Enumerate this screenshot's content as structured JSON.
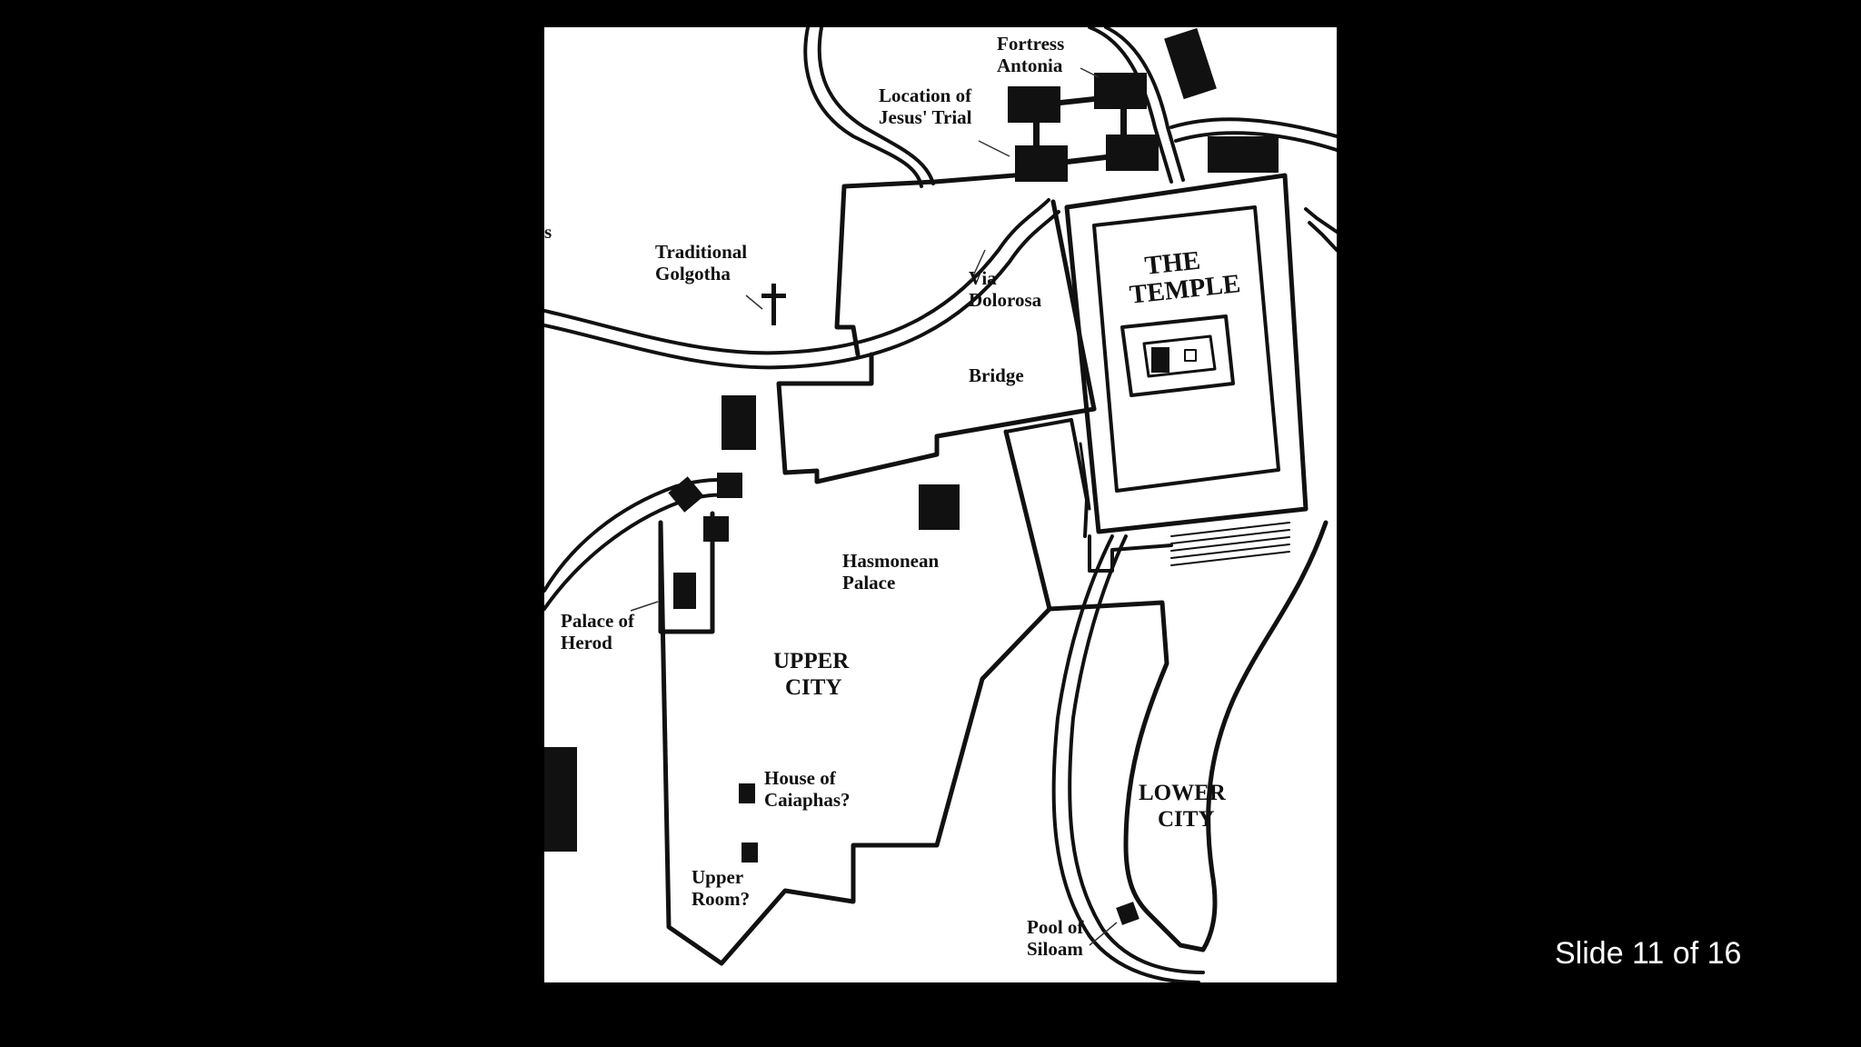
{
  "slide": {
    "counter": "Slide 11 of 16"
  },
  "map": {
    "labels": {
      "fortress_antonia": [
        "Fortress",
        "Antonia"
      ],
      "jesus_trial": [
        "Location of",
        "Jesus' Trial"
      ],
      "golgotha": [
        "Traditional",
        "Golgotha"
      ],
      "via_dolorosa": [
        "Via",
        "Dolorosa"
      ],
      "temple": [
        "THE",
        "TEMPLE"
      ],
      "bridge": "Bridge",
      "hasmonean_palace": [
        "Hasmonean",
        "Palace"
      ],
      "palace_of_herod": [
        "Palace of",
        "Herod"
      ],
      "upper_city": [
        "UPPER",
        "CITY"
      ],
      "house_of_caiaphas": [
        "House of",
        "Caiaphas?"
      ],
      "upper_room": [
        "Upper",
        "Room?"
      ],
      "lower_city": [
        "LOWER",
        "CITY"
      ],
      "pool_of_siloam": [
        "Pool of",
        "Siloam"
      ],
      "edge_fragment": "s"
    },
    "colors": {
      "background": "#000000",
      "map_paper": "#ffffff",
      "ink": "#111111"
    }
  }
}
